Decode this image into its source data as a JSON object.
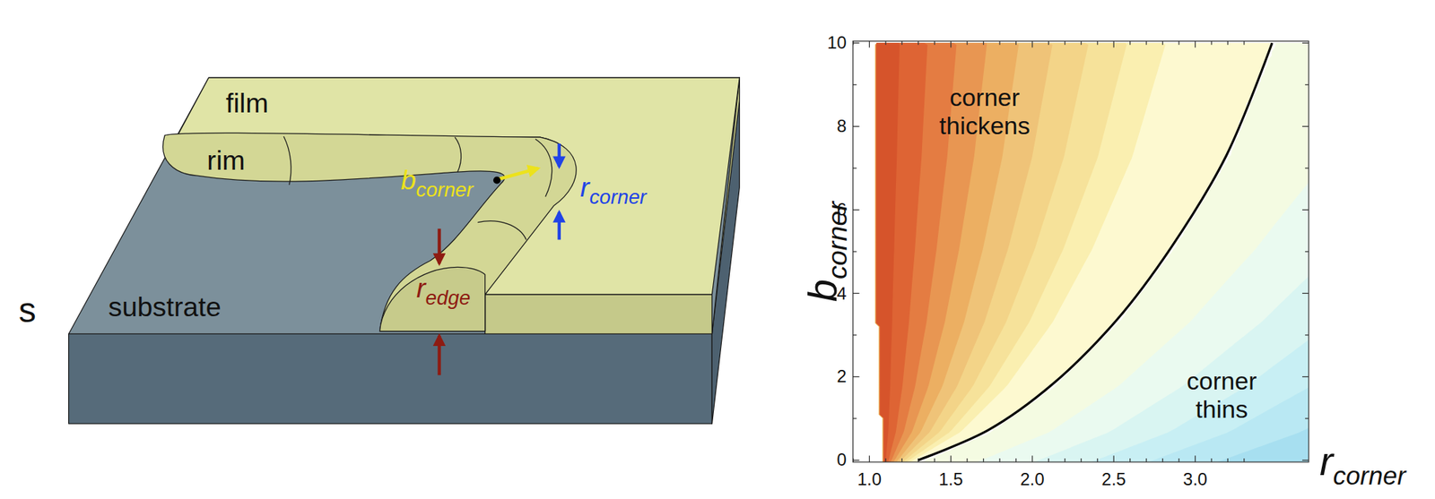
{
  "diagram": {
    "labels": [
      "s",
      "film",
      "rim",
      "substrate",
      "b",
      "corner",
      "r",
      "corner",
      "r",
      "edge",
      "10",
      "8",
      "6",
      "4",
      "2",
      "0",
      "1.0",
      "1.5",
      "2.0",
      "2.5",
      "3.0",
      "corner thickens",
      "corner thins",
      "b",
      "corner",
      "r",
      "corner"
    ]
  }
}
